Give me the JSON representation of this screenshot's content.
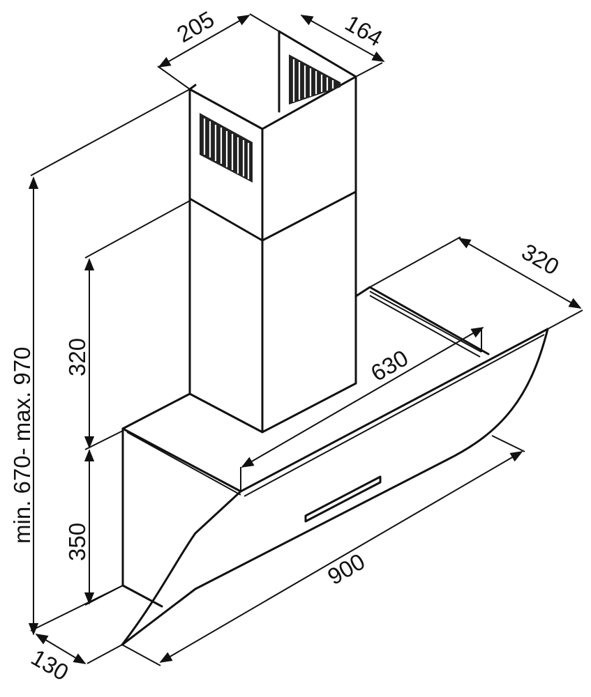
{
  "diagram": {
    "subject": "chimney cooker hood",
    "dimensions": {
      "chimney_width": "205",
      "chimney_depth": "164",
      "height_range": "min. 670- max. 970",
      "upper_height": "320",
      "lower_height": "350",
      "hood_depth": "320",
      "inner_width": "630",
      "total_width": "900",
      "bottom_depth": "130"
    }
  }
}
